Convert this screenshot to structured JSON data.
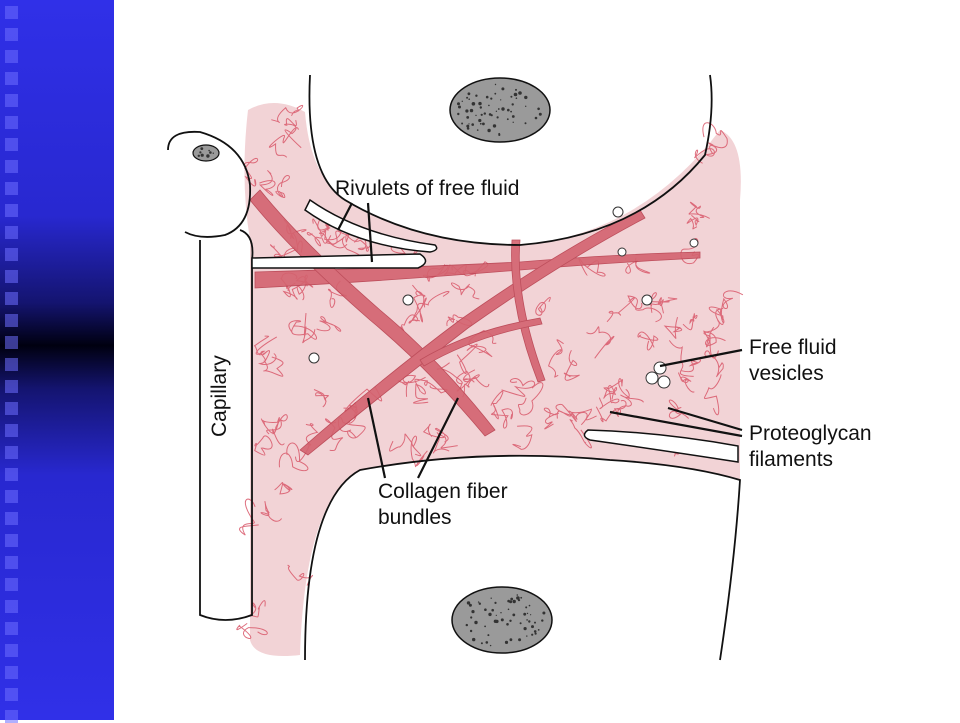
{
  "labels": {
    "rivulets": "Rivulets of free fluid",
    "capillary": "Capillary",
    "free_fluid_1": "Free fluid",
    "free_fluid_2": "vesicles",
    "proteoglycan_1": "Proteoglycan",
    "proteoglycan_2": "filaments",
    "collagen_1": "Collagen fiber",
    "collagen_2": "bundles"
  },
  "colors": {
    "slide_bar": "#2e2ee0",
    "interstitium_fill": "#f2d3d6",
    "filament": "#d9586a",
    "collagen_bundle": "#d4636f",
    "nucleus": "#9a9a9a"
  }
}
